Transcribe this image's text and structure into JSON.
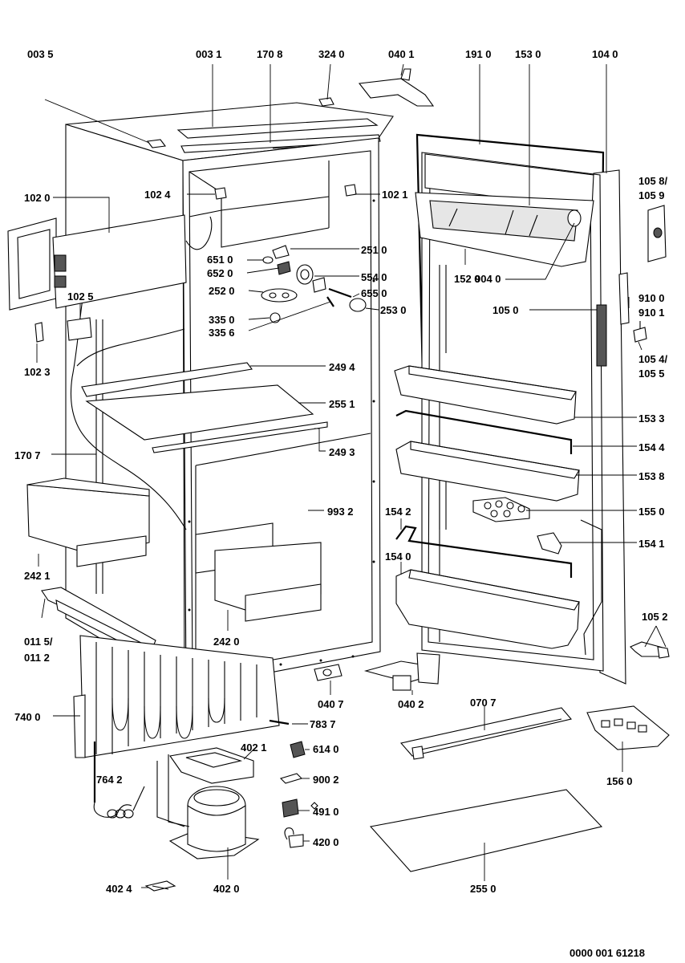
{
  "labels": {
    "l0035": "003 5",
    "l0031": "003 1",
    "l1708": "170 8",
    "l3240": "324 0",
    "l0401": "040 1",
    "l1910": "191 0",
    "l1530": "153 0",
    "l1040": "104 0",
    "l1020": "102 0",
    "l1024": "102 4",
    "l1021": "102 1",
    "l1058": "105 8/",
    "l1059": "105 9",
    "l2510": "251 0",
    "l6510": "651 0",
    "l6520": "652 0",
    "l5540": "554 0",
    "l2520": "252 0",
    "l6550": "655 0",
    "l2530": "253 0",
    "l3350": "335 0",
    "l3356": "335 6",
    "l1025": "102 5",
    "l1023": "102 3",
    "l1520": "152 0",
    "l9040": "904 0",
    "l9100": "910 0",
    "l9101": "910 1",
    "l1050": "105 0",
    "l1054": "105 4/",
    "l1055": "105 5",
    "l2494": "249 4",
    "l2551": "255 1",
    "l2493": "249 3",
    "l1707": "170 7",
    "l1533": "153 3",
    "l1544": "154 4",
    "l1538": "153 8",
    "l1550": "155 0",
    "l9932": "993 2",
    "l1542": "154 2",
    "l1541": "154 1",
    "l1540": "154 0",
    "l2421": "242 1",
    "l2420": "242 0",
    "l0115": "011 5/",
    "l0112": "011 2",
    "l1052": "105 2",
    "l0407": "040 7",
    "l0402": "040 2",
    "l0707": "070 7",
    "l7400": "740 0",
    "l7837": "783 7",
    "l4021": "402 1",
    "l6140": "614 0",
    "l1560": "156 0",
    "l7642": "764 2",
    "l9002": "900 2",
    "l4910": "491 0",
    "l4200": "420 0",
    "l2550": "255 0",
    "l4024": "402 4",
    "l4020": "402 0"
  },
  "footer": {
    "doc_number": "0000 001 61218"
  }
}
